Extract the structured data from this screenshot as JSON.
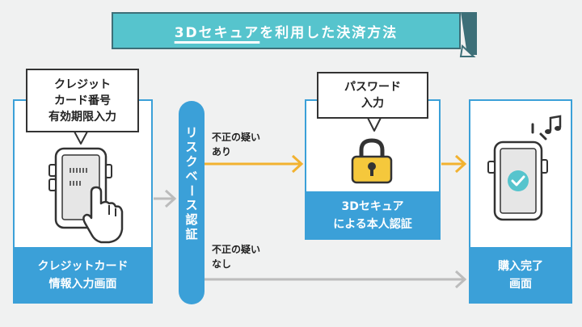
{
  "title": {
    "prefix": "3Dセキュア",
    "suffix": "を利用した決済方法"
  },
  "card_entry": {
    "bubble": "クレジット\nカード番号\n有効期限入力",
    "footer_line1": "クレジットカード",
    "footer_line2": "情報入力画面"
  },
  "risk_check": {
    "chars": [
      "リ",
      "ス",
      "ク",
      "ベ",
      "ー",
      "ス",
      "認",
      "証"
    ]
  },
  "branch_yes": "不正の疑い\nあり",
  "branch_no": "不正の疑い\nなし",
  "secure_auth": {
    "bubble": "パスワード\n入力",
    "footer_line1": "3Dセキュア",
    "footer_line2": "による本人認証"
  },
  "complete": {
    "footer_line1": "購入完了",
    "footer_line2": "画面"
  },
  "colors": {
    "teal": "#56c4cd",
    "blue": "#3ba0d8",
    "orange": "#f2b230",
    "gray": "#bcbcbc",
    "lock": "#f5c83c"
  }
}
